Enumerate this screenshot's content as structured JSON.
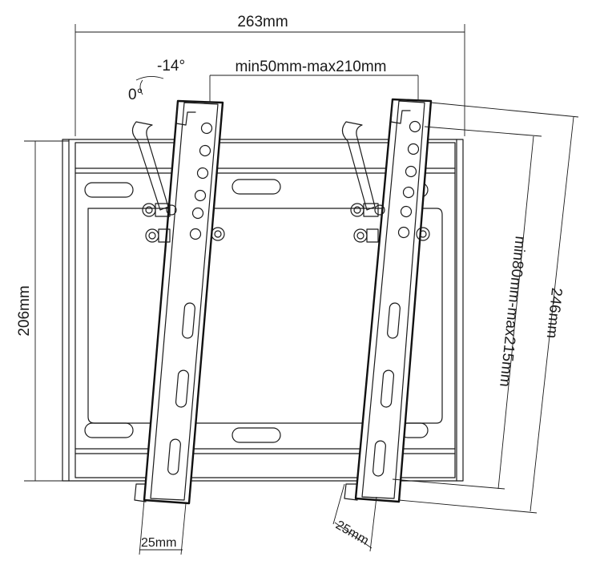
{
  "dimensions": {
    "width_top": "263mm",
    "vesa_horizontal": "min50mm-max210mm",
    "height_left": "206mm",
    "height_arm": "246mm",
    "vesa_vertical": "min80mm-max215mm",
    "depth_left": "25mm",
    "depth_right": "25mm"
  },
  "angles": {
    "tilt": "-14°",
    "zero": "0°"
  },
  "colors": {
    "line": "#1a1a1a",
    "background": "#ffffff"
  }
}
